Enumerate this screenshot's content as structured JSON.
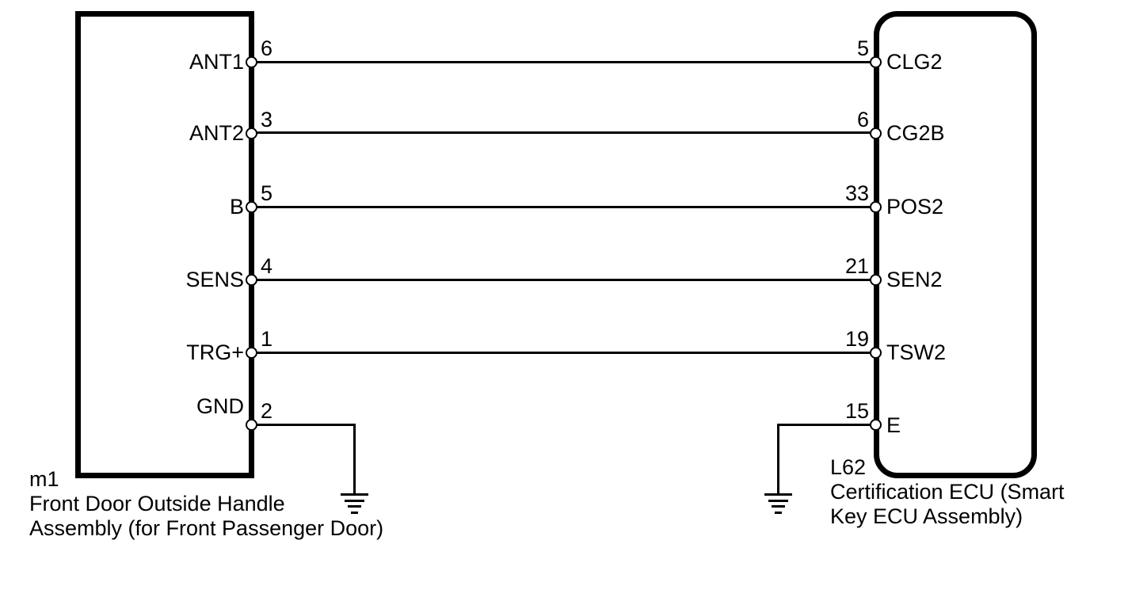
{
  "diagram": {
    "type": "wiring-diagram",
    "background_color": "#ffffff",
    "line_color": "#000000",
    "left_component": {
      "code": "m1",
      "name_line1": "Front Door Outside Handle",
      "name_line2": "Assembly (for Front Passenger Door)",
      "pins": [
        {
          "label": "ANT1",
          "number": "6"
        },
        {
          "label": "ANT2",
          "number": "3"
        },
        {
          "label": "B",
          "number": "5"
        },
        {
          "label": "SENS",
          "number": "4"
        },
        {
          "label": "TRG+",
          "number": "1"
        },
        {
          "label": "GND",
          "number": "2"
        }
      ]
    },
    "right_component": {
      "code": "L62",
      "name_line1": "Certification ECU (Smart",
      "name_line2": "Key ECU Assembly)",
      "pins": [
        {
          "label": "CLG2",
          "number": "5"
        },
        {
          "label": "CG2B",
          "number": "6"
        },
        {
          "label": "POS2",
          "number": "33"
        },
        {
          "label": "SEN2",
          "number": "21"
        },
        {
          "label": "TSW2",
          "number": "19"
        },
        {
          "label": "E",
          "number": "15"
        }
      ]
    },
    "connections": [
      "m1 pin 6 (ANT1) — L62 pin 5 (CLG2)",
      "m1 pin 3 (ANT2) — L62 pin 6 (CG2B)",
      "m1 pin 5 (B) — L62 pin 33 (POS2)",
      "m1 pin 4 (SENS) — L62 pin 21 (SEN2)",
      "m1 pin 1 (TRG+) — L62 pin 19 (TSW2)",
      "m1 pin 2 (GND) — ground",
      "L62 pin 15 (E) — ground"
    ]
  }
}
